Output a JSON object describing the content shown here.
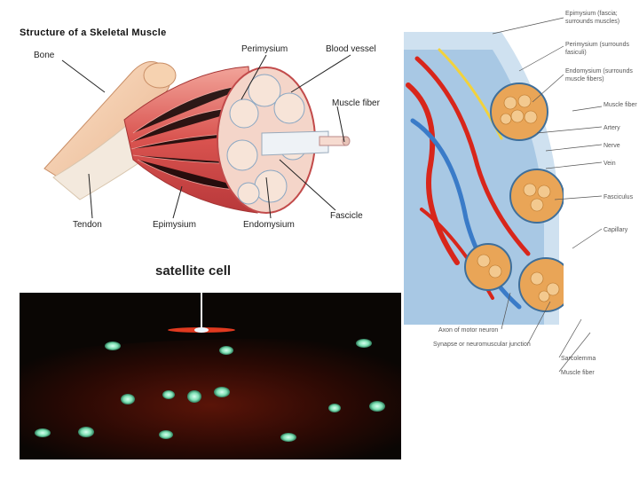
{
  "left_diagram": {
    "title": "Structure of a Skeletal Muscle",
    "labels": {
      "bone": "Bone",
      "perimysium": "Perimysium",
      "blood_vessel": "Blood vessel",
      "muscle_fiber": "Muscle fiber",
      "tendon": "Tendon",
      "epimysium": "Epimysium",
      "endomysium": "Endomysium",
      "fascicle": "Fascicle"
    }
  },
  "right_diagram": {
    "labels": {
      "epimysium": "Epimysium (fascia; surrounds muscles)",
      "perimysium": "Perimysium (surrounds fasiculi)",
      "endomysium": "Endomysium (surrounds muscle fibers)",
      "muscle_fiber_top": "Muscle fiber",
      "artery": "Artery",
      "nerve": "Nerve",
      "vein": "Vein",
      "fasciculus": "Fasciculus",
      "capillary": "Capillary",
      "axon": "Axon of motor neuron",
      "synapse": "Synapse or neuromuscular junction",
      "sarcolemma": "Sarcolemma",
      "muscle_fiber_bottom": "Muscle fiber"
    }
  },
  "micrograph": {
    "caption": "satellite cell"
  },
  "colors": {
    "muscle": "#d9534f",
    "tendon": "#f3e3d3",
    "epimysium_blue": "#8fb6d9",
    "artery": "#d8261b",
    "fascicle_fill": "#e9a557",
    "micrograph_bg": "#0a0604",
    "nucleus": "#7fe0b4"
  }
}
